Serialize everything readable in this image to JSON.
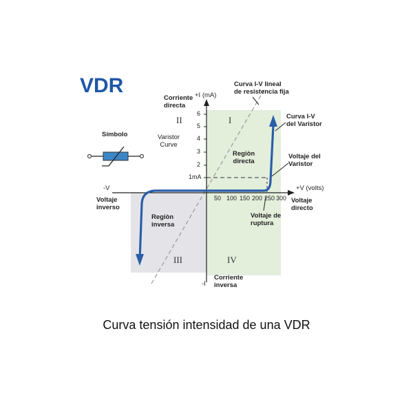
{
  "title": "VDR",
  "caption": "Curva tensión intensidad de una VDR",
  "axes": {
    "y_positive": "+I (mA)",
    "y_negative": "-I",
    "x_negative": "-V",
    "x_positive": "+V (volts)",
    "y_ticks": [
      "6",
      "5",
      "4",
      "3",
      "2",
      "1mA"
    ],
    "x_ticks": [
      "50",
      "100",
      "150",
      "200",
      "250",
      "300"
    ]
  },
  "labels": {
    "corriente_directa": "Corriente\ndirecta",
    "corriente_inversa": "Corriente\ninversa",
    "voltaje_inverso": "Voltaje\ninverso",
    "voltaje_directo": "Voltaje\ndirecto",
    "simbolo": "Símbolo",
    "varistor_curve": "Varistor\nCurve",
    "region_directa": "Regiòn\ndirecta",
    "region_inversa": "Regiòn\ninversa",
    "linear_curve": "Curva I-V lineal\nde resistencia fija",
    "varistor_iv": "Curva I-V\ndel Varistor",
    "voltaje_varistor": "Voltaje del\nVaristor",
    "voltaje_ruptura": "Voltaje de\nruptura"
  },
  "quadrants": {
    "q1": "I",
    "q2": "II",
    "q3": "III",
    "q4": "IV"
  },
  "colors": {
    "title": "#1f56a8",
    "curve": "#2a5ea8",
    "q1_fill": "#e3eedb",
    "q3_fill": "#e4e4e8",
    "axis": "#222222"
  }
}
